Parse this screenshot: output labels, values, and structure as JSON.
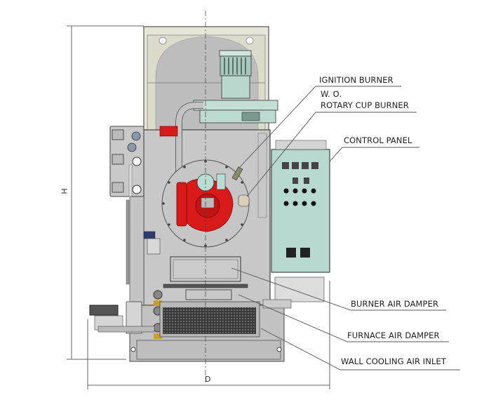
{
  "figure": {
    "title": "Boiler front view with labelled components",
    "dimensions": {
      "height_label": "H",
      "depth_label": "D"
    },
    "callouts": [
      {
        "id": "ignition-burner",
        "text": "IGNITION BURNER"
      },
      {
        "id": "wo-rotary-cup-burner",
        "text_line1": "W. O.",
        "text_line2": "ROTARY CUP BURNER"
      },
      {
        "id": "control-panel",
        "text": "CONTROL PANEL"
      },
      {
        "id": "burner-air-damper",
        "text": "BURNER AIR DAMPER"
      },
      {
        "id": "furnace-air-damper",
        "text": "FURNACE AIR DAMPER"
      },
      {
        "id": "wall-cooling-air-inlet",
        "text": "WALL COOLING AIR INLET"
      }
    ],
    "colors": {
      "body_gray": "#c8c8c8",
      "hood_cream": "#e8e6d8",
      "panel_green": "#b7d9cf",
      "burner_red": "#d81a1a",
      "line": "#555555"
    }
  }
}
